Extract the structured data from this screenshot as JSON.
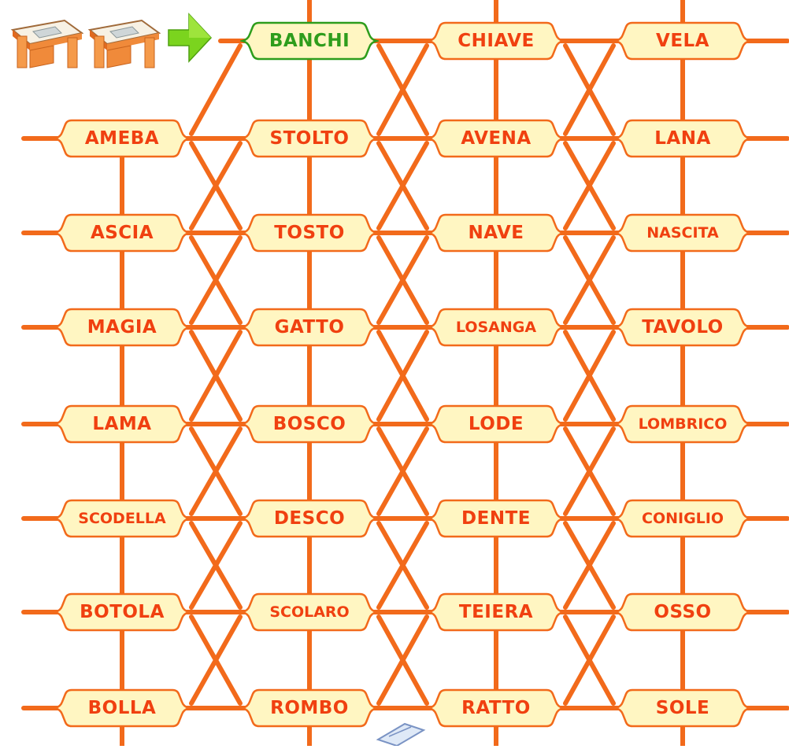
{
  "game": {
    "colors": {
      "line": "#f26a1b",
      "tile_fill": "#fff6c2",
      "tile_border": "#f26a1b",
      "start_border": "#2e9d1c",
      "text": "#f04010",
      "start_text": "#2e9d1c",
      "arrow": "#7bd41e"
    },
    "start_word": "BANCHI",
    "rows": [
      [
        "",
        "BANCHI",
        "CHIAVE",
        "VELA"
      ],
      [
        "AMEBA",
        "STOLTO",
        "AVENA",
        "LANA"
      ],
      [
        "ASCIA",
        "TOSTO",
        "NAVE",
        "NASCITA"
      ],
      [
        "MAGIA",
        "GATTO",
        "LOSANGA",
        "TAVOLO"
      ],
      [
        "LAMA",
        "BOSCO",
        "LODE",
        "LOMBRICO"
      ],
      [
        "SCODELLA",
        "DESCO",
        "DENTE",
        "CONIGLIO"
      ],
      [
        "BOTOLA",
        "SCOLARO",
        "TEIERA",
        "OSSO"
      ],
      [
        "BOLLA",
        "ROMBO",
        "RATTO",
        "SOLE"
      ]
    ],
    "icons": {
      "desks": "school-desk-icon",
      "arrow": "green-arrow-icon",
      "bottom": "pencil-icon"
    }
  }
}
